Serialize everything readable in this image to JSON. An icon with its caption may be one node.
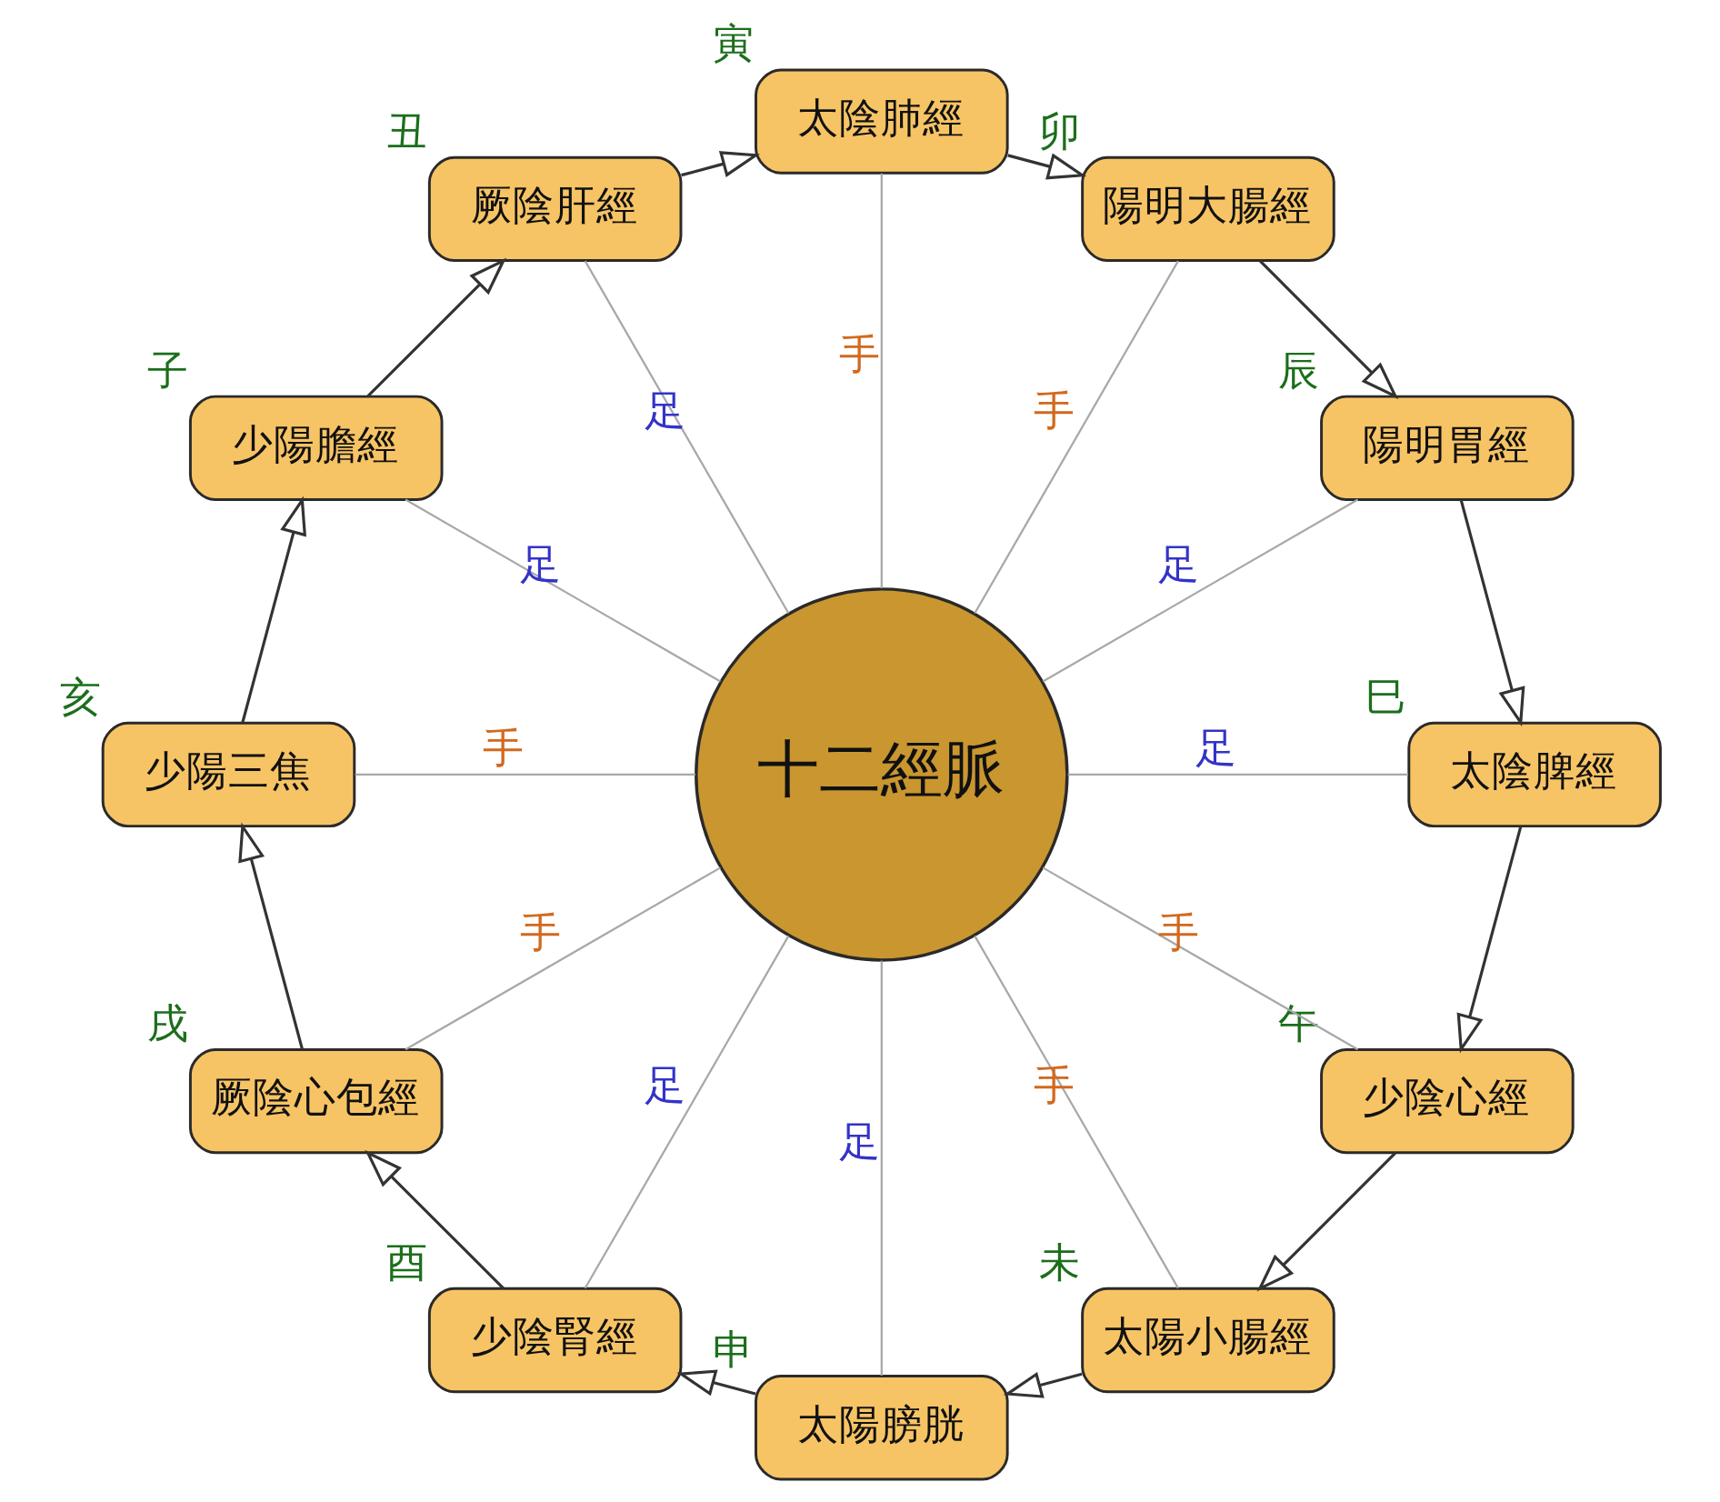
{
  "diagram": {
    "nodes": [
      {
        "text": [
          "十二經脈"
        ]
      },
      {
        "text": [
          "太陰肺經"
        ],
        "beside": [
          "寅"
        ]
      },
      {
        "text": [
          "陽明大腸經"
        ],
        "beside": [
          "卯"
        ]
      },
      {
        "text": [
          "陽明胃經"
        ],
        "beside": [
          "辰"
        ]
      },
      {
        "text": [
          "太陰脾經"
        ],
        "beside": [
          "巳"
        ]
      },
      {
        "text": [
          "少陰心經"
        ],
        "beside": [
          "午"
        ]
      },
      {
        "text": [
          "太陽小腸經"
        ],
        "beside": [
          "未"
        ]
      },
      {
        "text": [
          "太陽膀胱"
        ],
        "beside": [
          "申"
        ]
      },
      {
        "text": [
          "少陰腎經"
        ],
        "beside": [
          "酉"
        ]
      },
      {
        "text": [
          "厥陰心包經"
        ],
        "beside": [
          "戌"
        ]
      },
      {
        "text": [
          "少陽三焦"
        ],
        "beside": [
          "亥"
        ]
      },
      {
        "text": [
          "少陽膽經"
        ],
        "beside": [
          "子"
        ]
      },
      {
        "text": [
          "厥陰肝經"
        ],
        "beside": [
          "丑"
        ]
      }
    ],
    "edges": [
      {
        "from": 0,
        "to": 1,
        "arrow": "none",
        "label": "手"
      },
      {
        "from": 0,
        "to": 2,
        "arrow": "none",
        "label": "手"
      },
      {
        "from": 0,
        "to": 3,
        "arrow": "none",
        "label": "足"
      },
      {
        "from": 0,
        "to": 4,
        "arrow": "none",
        "label": "足"
      },
      {
        "from": 0,
        "to": 5,
        "arrow": "none",
        "label": "手"
      },
      {
        "from": 0,
        "to": 6,
        "arrow": "none",
        "label": "手"
      },
      {
        "from": 0,
        "to": 7,
        "arrow": "none",
        "label": "足"
      },
      {
        "from": 0,
        "to": 8,
        "arrow": "none",
        "label": "足"
      },
      {
        "from": 0,
        "to": 9,
        "arrow": "none",
        "label": "手"
      },
      {
        "from": 0,
        "to": 10,
        "arrow": "none",
        "label": "手"
      },
      {
        "from": 0,
        "to": 11,
        "arrow": "none",
        "label": "足"
      },
      {
        "from": 0,
        "to": 12,
        "arrow": "none",
        "label": "足"
      },
      {
        "from": 1,
        "to": 2,
        "arrow": "to",
        "color": "#333333"
      },
      {
        "from": 2,
        "to": 3,
        "arrow": "to",
        "color": "#333333"
      },
      {
        "from": 3,
        "to": 4,
        "arrow": "to",
        "color": "#333333"
      },
      {
        "from": 4,
        "to": 5,
        "arrow": "to",
        "color": "#333333"
      },
      {
        "from": 5,
        "to": 6,
        "arrow": "to",
        "color": "#333333"
      },
      {
        "from": 6,
        "to": 7,
        "arrow": "to",
        "color": "#333333"
      },
      {
        "from": 7,
        "to": 8,
        "arrow": "to",
        "color": "#333333"
      },
      {
        "from": 8,
        "to": 9,
        "arrow": "to",
        "color": "#333333"
      },
      {
        "from": 9,
        "to": 10,
        "arrow": "to",
        "color": "#333333"
      },
      {
        "from": 10,
        "to": 11,
        "arrow": "to",
        "color": "#333333"
      },
      {
        "from": 11,
        "to": 12,
        "arrow": "to",
        "color": "#333333"
      },
      {
        "from": 12,
        "to": 1,
        "arrow": "to",
        "color": "#333333"
      }
    ]
  }
}
